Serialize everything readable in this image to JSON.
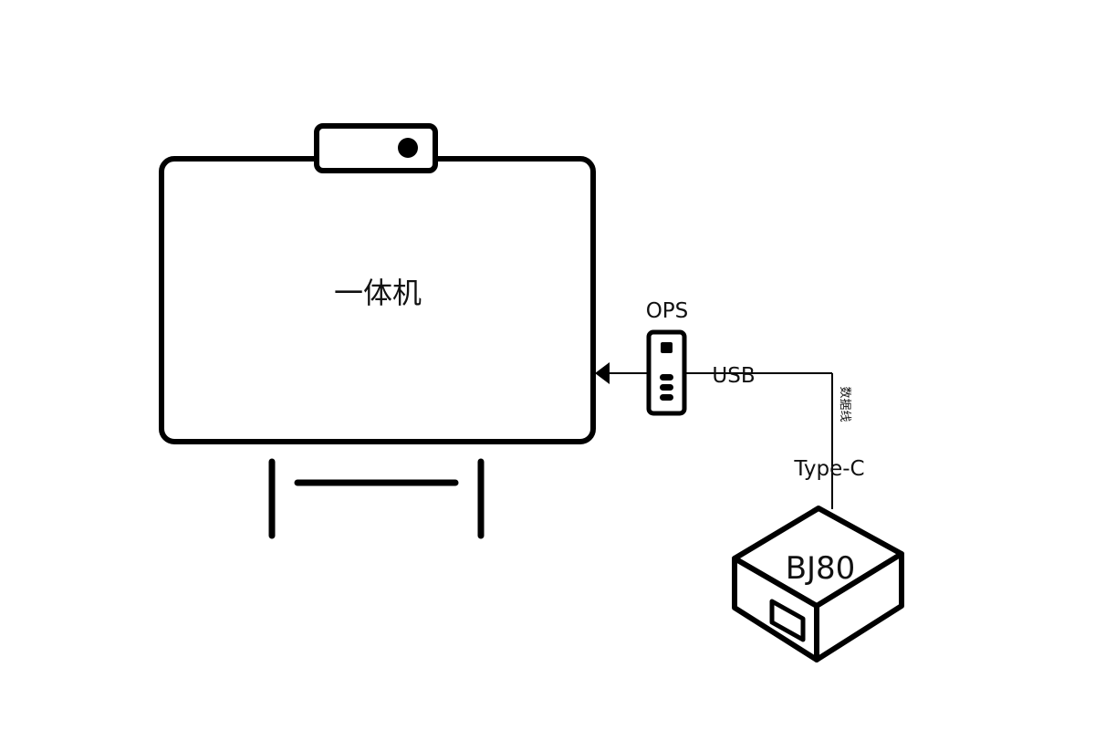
{
  "diagram": {
    "display": {
      "label": "一体机"
    },
    "ops": {
      "label": "OPS"
    },
    "connection": {
      "usb_label": "USB",
      "cable_label": "数据线",
      "typec_label": "Type-C"
    },
    "device": {
      "label": "BJ80"
    },
    "colors": {
      "stroke": "#000000",
      "background": "#ffffff"
    }
  }
}
